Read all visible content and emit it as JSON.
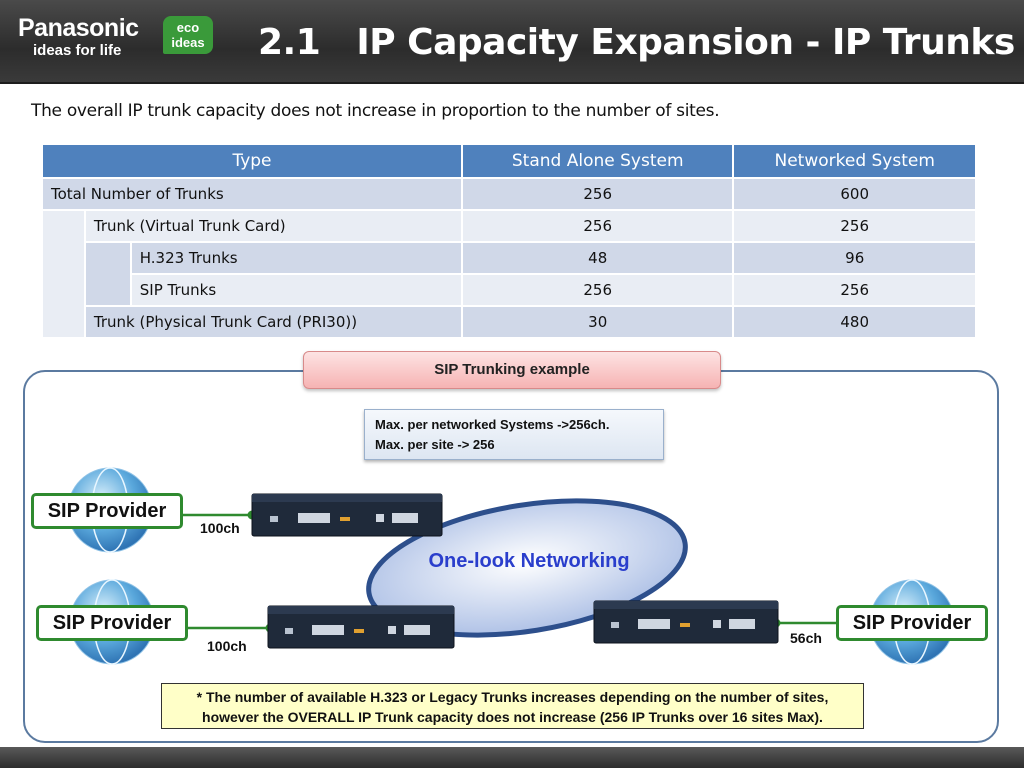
{
  "header": {
    "brand": "Panasonic",
    "tagline": "ideas for life",
    "eco_line1": "eco",
    "eco_line2": "ideas",
    "title": "2.1   IP Capacity Expansion - IP Trunks"
  },
  "intro": "The overall IP trunk capacity does not increase in proportion to the number of sites.",
  "table": {
    "headers": [
      "Type",
      "Stand Alone System",
      "Networked System"
    ],
    "rows": [
      {
        "label": "Total Number of Trunks",
        "standalone": "256",
        "networked": "600"
      },
      {
        "label": "Trunk (Virtual Trunk Card)",
        "standalone": "256",
        "networked": "256"
      },
      {
        "label": "H.323 Trunks",
        "standalone": "48",
        "networked": "96"
      },
      {
        "label": "SIP Trunks",
        "standalone": "256",
        "networked": "256"
      },
      {
        "label": "Trunk (Physical Trunk Card (PRI30))",
        "standalone": "30",
        "networked": "480"
      }
    ]
  },
  "diagram": {
    "example_title": "SIP Trunking example",
    "note_line1": "Max. per networked Systems ->256ch.",
    "note_line2": "Max. per site -> 256",
    "cloud_label": "One-look Networking",
    "providers": [
      "SIP Provider",
      "SIP Provider",
      "SIP Provider"
    ],
    "channels": [
      "100ch",
      "100ch",
      "56ch"
    ],
    "footnote_line1": "* The number of available H.323 or Legacy Trunks increases depending on the number of sites,",
    "footnote_line2": "however the OVERALL IP Trunk capacity does not increase (256 IP Trunks over 16 sites Max).",
    "colors": {
      "provider_border": "#2f8a2f",
      "cloud_text": "#2a3ecc",
      "table_header": "#4f81bd"
    }
  }
}
